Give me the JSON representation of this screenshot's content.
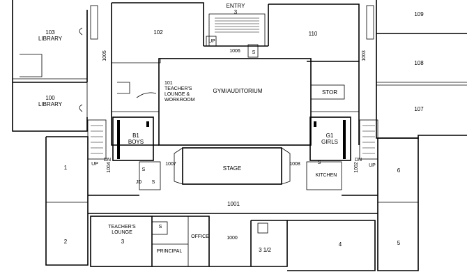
{
  "rooms": {
    "entry": "ENTRY\n3",
    "r102": "102",
    "r110": "110",
    "r109": "109",
    "r103": "103\nLIBRARY",
    "r100": "100\nLIBRARY",
    "r108": "108",
    "r107": "107",
    "r101": "101\nTEACHER'S\nLOUNGE  &\nWORKROOM",
    "gym": "GYM/AUDITORIUM",
    "stor": "STOR",
    "r1006": "1006",
    "r1005": "1005",
    "r1003": "1003",
    "b1": "B1\nBOYS",
    "g1": "G1\nGIRLS",
    "r1007": "1007",
    "r1008": "1008",
    "stage": "STAGE",
    "kitchen": "KITCHEN",
    "r1004": "1004",
    "r1002": "1002",
    "r1": "1",
    "r6": "6",
    "r1001": "1001",
    "r2": "2",
    "r5": "5",
    "lounge3": "TEACHER'S\nLOUNGE",
    "r3": "3",
    "principal": "PRINCIPAL",
    "office": "OFFICE",
    "r1000": "1000",
    "r3half": "3  1/2",
    "r4": "4",
    "up": "UP",
    "dn": "DN",
    "s": "S",
    "jd": "JD"
  }
}
